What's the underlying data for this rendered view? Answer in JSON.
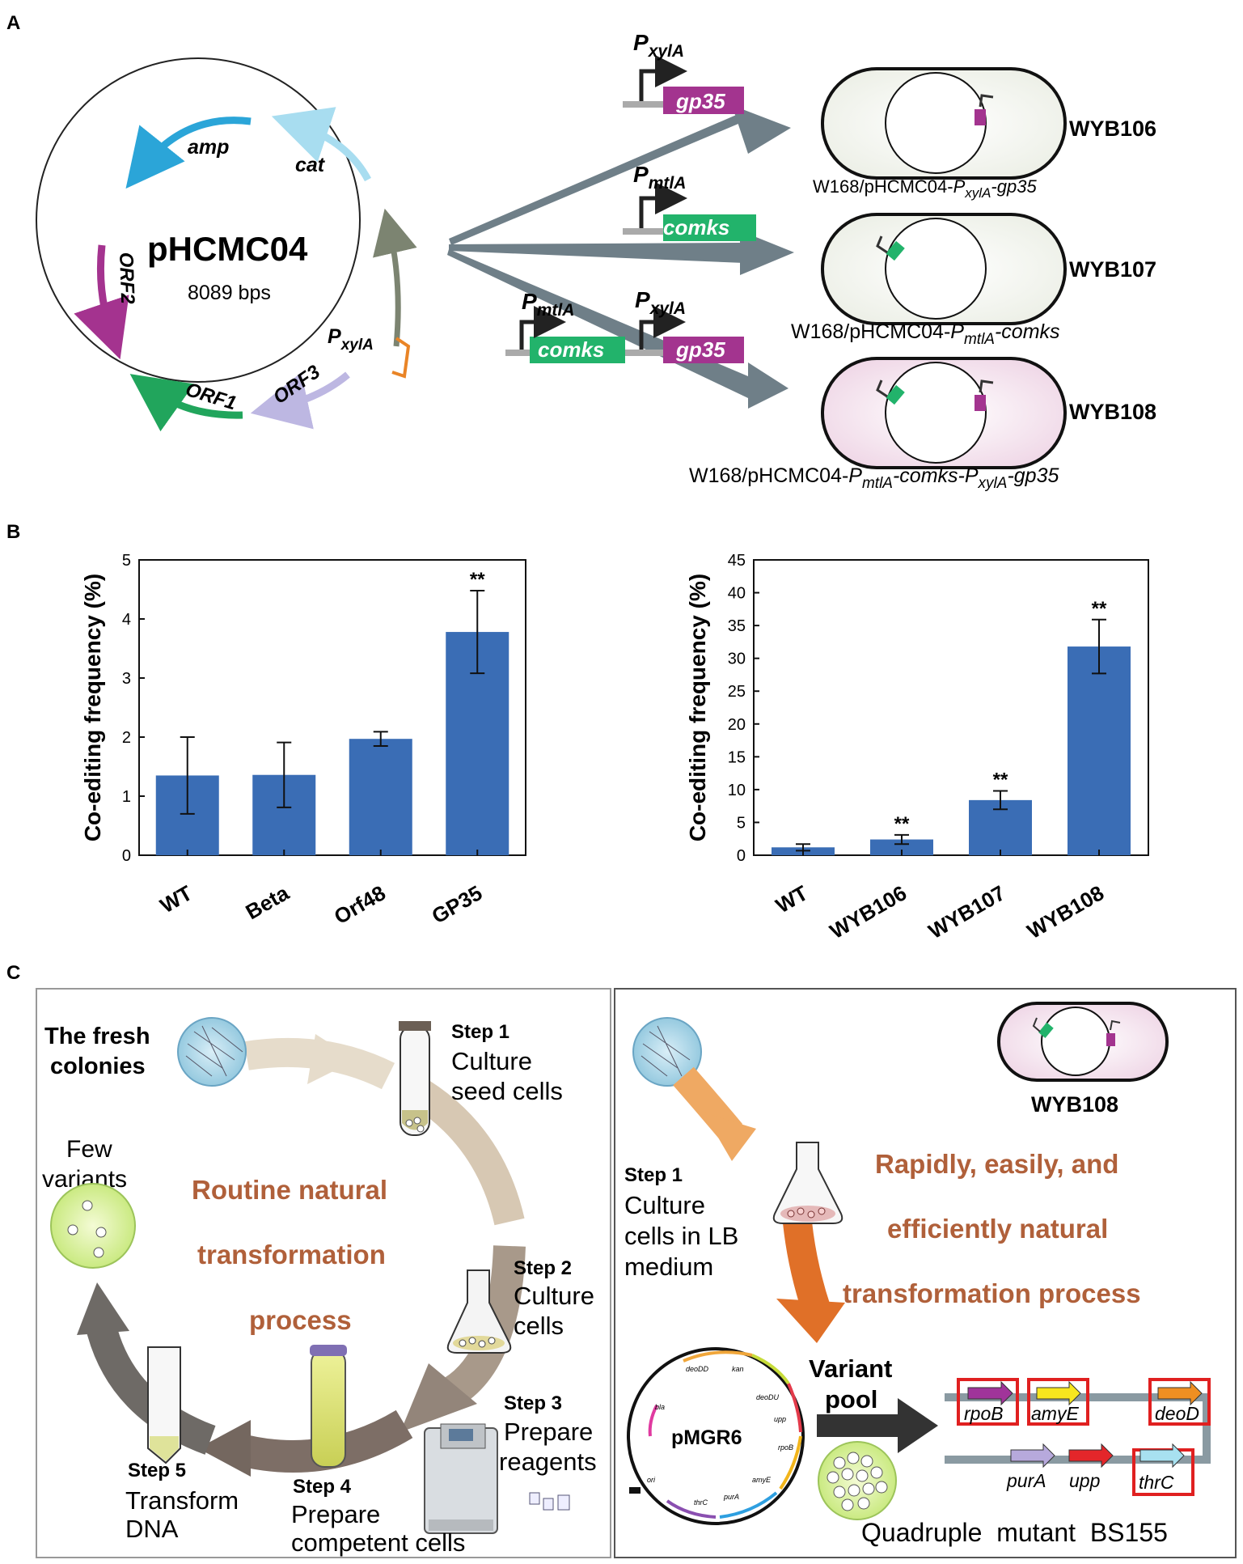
{
  "panels": {
    "a": "A",
    "b": "B",
    "c": "C"
  },
  "plasmid": {
    "name": "pHCMC04",
    "size": "8089 bps",
    "genes": {
      "amp": "amp",
      "cat": "cat",
      "orf2": "ORF2",
      "orf1": "ORF1",
      "orf3": "ORF3"
    },
    "promoter": {
      "base": "P",
      "sub": "xylA"
    }
  },
  "constructs": {
    "pxyla": {
      "base": "P",
      "sub": "xylA"
    },
    "pmtla": {
      "base": "P",
      "sub": "mtlA"
    },
    "gp35": "gp35",
    "comks": "comks"
  },
  "strains": {
    "s106": {
      "name": "WYB106",
      "lab_pre": "W168/pHCMC04-",
      "lab_p1": "P",
      "lab_s1": "xylA",
      "lab_g1": "-gp35"
    },
    "s107": {
      "name": "WYB107",
      "lab_pre": "W168/pHCMC04-",
      "lab_p1": "P",
      "lab_s1": "mtlA",
      "lab_g1": "-comks"
    },
    "s108": {
      "name": "WYB108",
      "lab_pre": "W168/pHCMC04-",
      "lab_p1": "P",
      "lab_s1": "mtlA",
      "lab_g1": "-comks-",
      "lab_p2": "P",
      "lab_s2": "xylA",
      "lab_g2": "-gp35"
    }
  },
  "chart_data": [
    {
      "type": "bar",
      "ylabel": "Co-editing frequency (%)",
      "ylim": [
        0,
        5
      ],
      "yticks": [
        "0",
        "1",
        "2",
        "3",
        "4",
        "5"
      ],
      "categories": [
        "WT",
        "Beta",
        "Orf48",
        "GP35"
      ],
      "values": [
        1.35,
        1.36,
        1.97,
        3.78
      ],
      "errors": [
        0.65,
        0.55,
        0.12,
        0.7
      ],
      "annotations": [
        "",
        "",
        "",
        "**"
      ],
      "color": "#3a6db5"
    },
    {
      "type": "bar",
      "ylabel": "Co-editing frequency (%)",
      "ylim": [
        0,
        45
      ],
      "yticks": [
        "0",
        "5",
        "10",
        "15",
        "20",
        "25",
        "30",
        "35",
        "40",
        "45"
      ],
      "categories": [
        "WT",
        "WYB106",
        "WYB107",
        "WYB108"
      ],
      "values": [
        1.2,
        2.4,
        8.4,
        31.8
      ],
      "errors": [
        0.5,
        0.7,
        1.4,
        4.1
      ],
      "annotations": [
        "",
        "**",
        "**",
        "**"
      ],
      "color": "#3a6db5"
    }
  ],
  "routine": {
    "fresh": [
      "The fresh",
      "colonies"
    ],
    "step1": {
      "title": "Step 1",
      "lines": [
        "Culture",
        "seed cells"
      ]
    },
    "step2": {
      "title": "Step 2",
      "lines": [
        "Culture",
        "cells"
      ]
    },
    "step3": {
      "title": "Step 3",
      "lines": [
        "Prepare",
        "reagents"
      ]
    },
    "step4": {
      "title": "Step 4",
      "lines": [
        "Prepare",
        "competent cells"
      ]
    },
    "step5": {
      "title": "Step 5",
      "lines": [
        "Transform",
        "DNA"
      ]
    },
    "few": [
      "Few",
      "variants"
    ],
    "center": [
      "Routine natural",
      "transformation",
      "process"
    ]
  },
  "rapid": {
    "strain": "WYB108",
    "step1": {
      "title": "Step 1",
      "lines": [
        "Culture",
        "cells in LB",
        "medium"
      ]
    },
    "center": [
      "Rapidly, easily, and",
      "efficiently natural",
      "transformation process"
    ],
    "plasmid": "pMGR6",
    "plasmid_genes": [
      "deoDD",
      "kan",
      "deoDU",
      "upp",
      "rpoB",
      "amyE",
      "purA",
      "thrC",
      "bla",
      "ori"
    ],
    "pool": [
      "Variant",
      "pool"
    ],
    "genes_top": [
      "rpoB",
      "amyE",
      "deoD"
    ],
    "genes_bottom": [
      "purA",
      "upp",
      "thrC"
    ],
    "mutant": "Quadruple  mutant  BS155"
  },
  "colors": {
    "accent_text": "#b0603a",
    "bar": "#3a6db5",
    "gp35": "#a3348f",
    "comks": "#22b36b",
    "arrow": "#6f7f88"
  }
}
